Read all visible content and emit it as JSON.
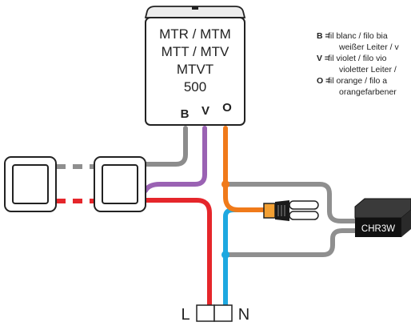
{
  "module": {
    "lines": [
      "MTR / MTM",
      "MTT / MTV",
      "MTVT",
      "500"
    ],
    "terminals": [
      "B",
      "V",
      "O"
    ]
  },
  "accessory": {
    "label": "CHR3W"
  },
  "mains": {
    "left": "L",
    "right": "N"
  },
  "legend": [
    {
      "key": "B =",
      "line1": "fil blanc / filo bia",
      "line2": "weißer Leiter / v"
    },
    {
      "key": "V =",
      "line1": "fil violet / filo vio",
      "line2": "violetter Leiter /"
    },
    {
      "key": "O =",
      "line1": "fil orange / filo a",
      "line2": "orangefarbener"
    }
  ],
  "wire_colors": {
    "white": "#8c8c8c",
    "violet": "#9a62b3",
    "orange": "#f07a1a",
    "phase": "#e5262b",
    "neutral": "#1ea8e0",
    "grey": "#8f8f8f"
  }
}
